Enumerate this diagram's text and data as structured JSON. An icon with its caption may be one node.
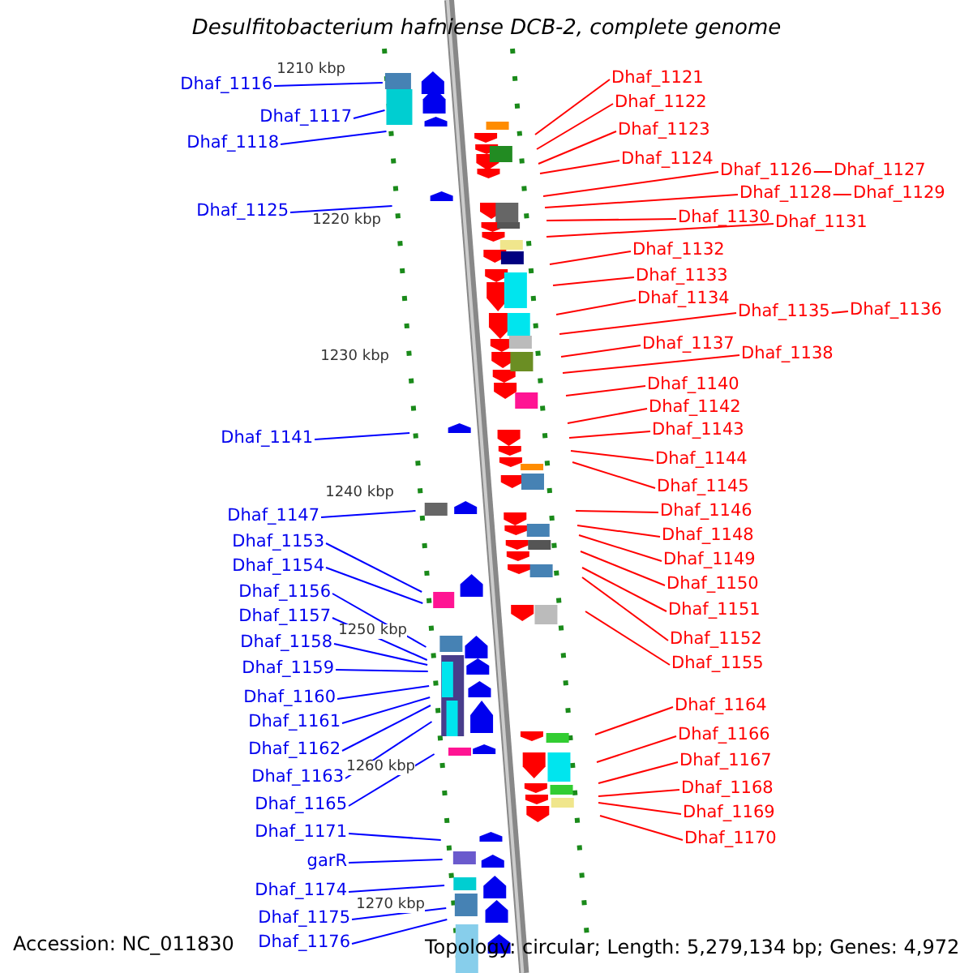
{
  "diagram": {
    "title": "Desulfitobacterium hafniense DCB-2, complete genome",
    "nodes": [
      {
        "text": [
          "Dhaf_1116"
        ]
      },
      {
        "text": [
          "Dhaf_1117"
        ]
      },
      {
        "text": [
          "Dhaf_1118"
        ]
      },
      {
        "text": [
          "Dhaf_1125"
        ]
      },
      {
        "text": [
          "Dhaf_1141"
        ]
      },
      {
        "text": [
          "Dhaf_1147"
        ]
      },
      {
        "text": [
          "Dhaf_1153"
        ]
      },
      {
        "text": [
          "Dhaf_1154"
        ]
      },
      {
        "text": [
          "Dhaf_1156"
        ]
      },
      {
        "text": [
          "Dhaf_1157"
        ]
      },
      {
        "text": [
          "Dhaf_1158"
        ]
      },
      {
        "text": [
          "Dhaf_1159"
        ]
      },
      {
        "text": [
          "Dhaf_1160"
        ]
      },
      {
        "text": [
          "Dhaf_1161"
        ]
      },
      {
        "text": [
          "Dhaf_1162"
        ]
      },
      {
        "text": [
          "Dhaf_1163"
        ]
      },
      {
        "text": [
          "Dhaf_1165"
        ]
      },
      {
        "text": [
          "Dhaf_1171"
        ]
      },
      {
        "text": [
          "garR"
        ]
      },
      {
        "text": [
          "Dhaf_1174"
        ]
      },
      {
        "text": [
          "Dhaf_1175"
        ]
      },
      {
        "text": [
          "Dhaf_1176"
        ]
      },
      {
        "text": [
          "Dhaf_1121"
        ]
      },
      {
        "text": [
          "Dhaf_1122"
        ]
      },
      {
        "text": [
          "Dhaf_1123"
        ]
      },
      {
        "text": [
          "Dhaf_1124"
        ]
      },
      {
        "text": [
          "Dhaf_1126"
        ]
      },
      {
        "text": [
          "Dhaf_1127"
        ]
      },
      {
        "text": [
          "Dhaf_1128"
        ]
      },
      {
        "text": [
          "Dhaf_1129"
        ]
      },
      {
        "text": [
          "Dhaf_1130"
        ]
      },
      {
        "text": [
          "Dhaf_1131"
        ]
      },
      {
        "text": [
          "Dhaf_1132"
        ]
      },
      {
        "text": [
          "Dhaf_1133"
        ]
      },
      {
        "text": [
          "Dhaf_1134"
        ]
      },
      {
        "text": [
          "Dhaf_1135"
        ]
      },
      {
        "text": [
          "Dhaf_1136"
        ]
      },
      {
        "text": [
          "Dhaf_1137"
        ]
      },
      {
        "text": [
          "Dhaf_1138"
        ]
      },
      {
        "text": [
          "Dhaf_1140"
        ]
      },
      {
        "text": [
          "Dhaf_1142"
        ]
      },
      {
        "text": [
          "Dhaf_1143"
        ]
      },
      {
        "text": [
          "Dhaf_1144"
        ]
      },
      {
        "text": [
          "Dhaf_1145"
        ]
      },
      {
        "text": [
          "Dhaf_1146"
        ]
      },
      {
        "text": [
          "Dhaf_1148"
        ]
      },
      {
        "text": [
          "Dhaf_1149"
        ]
      },
      {
        "text": [
          "Dhaf_1150"
        ]
      },
      {
        "text": [
          "Dhaf_1151"
        ]
      },
      {
        "text": [
          "Dhaf_1152"
        ]
      },
      {
        "text": [
          "Dhaf_1155"
        ]
      },
      {
        "text": [
          "Dhaf_1164"
        ]
      },
      {
        "text": [
          "Dhaf_1166"
        ]
      },
      {
        "text": [
          "Dhaf_1167"
        ]
      },
      {
        "text": [
          "Dhaf_1168"
        ]
      },
      {
        "text": [
          "Dhaf_1169"
        ]
      },
      {
        "text": [
          "Dhaf_1170"
        ]
      }
    ],
    "edges": [
      {
        "from": 0,
        "to": null,
        "arrow": "none",
        "color": "#0000ff"
      },
      {
        "from": 1,
        "to": null,
        "arrow": "none",
        "color": "#0000ff"
      },
      {
        "from": 2,
        "to": null,
        "arrow": "none",
        "color": "#0000ff"
      },
      {
        "from": 3,
        "to": null,
        "arrow": "none",
        "color": "#0000ff"
      },
      {
        "from": 4,
        "to": null,
        "arrow": "none",
        "color": "#0000ff"
      },
      {
        "from": 5,
        "to": null,
        "arrow": "none",
        "color": "#0000ff"
      },
      {
        "from": 6,
        "to": null,
        "arrow": "none",
        "color": "#0000ff"
      },
      {
        "from": 7,
        "to": null,
        "arrow": "none",
        "color": "#0000ff"
      },
      {
        "from": 8,
        "to": null,
        "arrow": "none",
        "color": "#0000ff"
      },
      {
        "from": 9,
        "to": null,
        "arrow": "none",
        "color": "#0000ff"
      },
      {
        "from": 10,
        "to": null,
        "arrow": "none",
        "color": "#0000ff"
      },
      {
        "from": 11,
        "to": null,
        "arrow": "none",
        "color": "#0000ff"
      },
      {
        "from": 12,
        "to": null,
        "arrow": "none",
        "color": "#0000ff"
      },
      {
        "from": 13,
        "to": null,
        "arrow": "none",
        "color": "#0000ff"
      },
      {
        "from": 14,
        "to": null,
        "arrow": "none",
        "color": "#0000ff"
      },
      {
        "from": 15,
        "to": null,
        "arrow": "none",
        "color": "#0000ff"
      },
      {
        "from": 16,
        "to": null,
        "arrow": "none",
        "color": "#0000ff"
      },
      {
        "from": 17,
        "to": null,
        "arrow": "none",
        "color": "#0000ff"
      },
      {
        "from": 18,
        "to": null,
        "arrow": "none",
        "color": "#0000ff"
      },
      {
        "from": 19,
        "to": null,
        "arrow": "none",
        "color": "#0000ff"
      },
      {
        "from": 20,
        "to": null,
        "arrow": "none",
        "color": "#0000ff"
      },
      {
        "from": 21,
        "to": null,
        "arrow": "none",
        "color": "#0000ff"
      },
      {
        "from": 22,
        "to": null,
        "arrow": "none"
      },
      {
        "from": 23,
        "to": null,
        "arrow": "none"
      },
      {
        "from": 24,
        "to": null,
        "arrow": "none"
      },
      {
        "from": 25,
        "to": null,
        "arrow": "none"
      },
      {
        "from": 26,
        "to": null,
        "arrow": "none"
      },
      {
        "from": 27,
        "to": 26,
        "arrow": "none"
      },
      {
        "from": 28,
        "to": null,
        "arrow": "none"
      },
      {
        "from": 29,
        "to": 28,
        "arrow": "none"
      },
      {
        "from": 30,
        "to": null,
        "arrow": "none"
      },
      {
        "from": 31,
        "to": null,
        "arrow": "none"
      },
      {
        "from": 32,
        "to": null,
        "arrow": "none"
      },
      {
        "from": 33,
        "to": null,
        "arrow": "none"
      },
      {
        "from": 34,
        "to": null,
        "arrow": "none"
      },
      {
        "from": 35,
        "to": null,
        "arrow": "none"
      },
      {
        "from": 36,
        "to": 35,
        "arrow": "none"
      },
      {
        "from": 37,
        "to": null,
        "arrow": "none"
      },
      {
        "from": 38,
        "to": null,
        "arrow": "none"
      },
      {
        "from": 39,
        "to": null,
        "arrow": "none"
      },
      {
        "from": 40,
        "to": null,
        "arrow": "none"
      },
      {
        "from": 41,
        "to": null,
        "arrow": "none"
      },
      {
        "from": 42,
        "to": null,
        "arrow": "none"
      },
      {
        "from": 43,
        "to": null,
        "arrow": "none"
      },
      {
        "from": 44,
        "to": null,
        "arrow": "none"
      },
      {
        "from": 45,
        "to": null,
        "arrow": "none"
      },
      {
        "from": 46,
        "to": null,
        "arrow": "none"
      },
      {
        "from": 47,
        "to": null,
        "arrow": "none"
      },
      {
        "from": 48,
        "to": null,
        "arrow": "none"
      },
      {
        "from": 49,
        "to": null,
        "arrow": "none"
      },
      {
        "from": 50,
        "to": null,
        "arrow": "none"
      },
      {
        "from": 51,
        "to": null,
        "arrow": "none"
      },
      {
        "from": 52,
        "to": null,
        "arrow": "none"
      },
      {
        "from": 53,
        "to": null,
        "arrow": "none"
      },
      {
        "from": 54,
        "to": null,
        "arrow": "none"
      },
      {
        "from": 55,
        "to": null,
        "arrow": "none"
      },
      {
        "from": 56,
        "to": null,
        "arrow": "none"
      }
    ],
    "labels": [
      "1210 kbp",
      "1220 kbp",
      "1230 kbp",
      "1240 kbp",
      "1250 kbp",
      "1260 kbp",
      "1270 kbp",
      "Accession: NC_011830",
      "Topology: circular; Length: 5,279,134 bp; Genes: 4,972"
    ]
  }
}
